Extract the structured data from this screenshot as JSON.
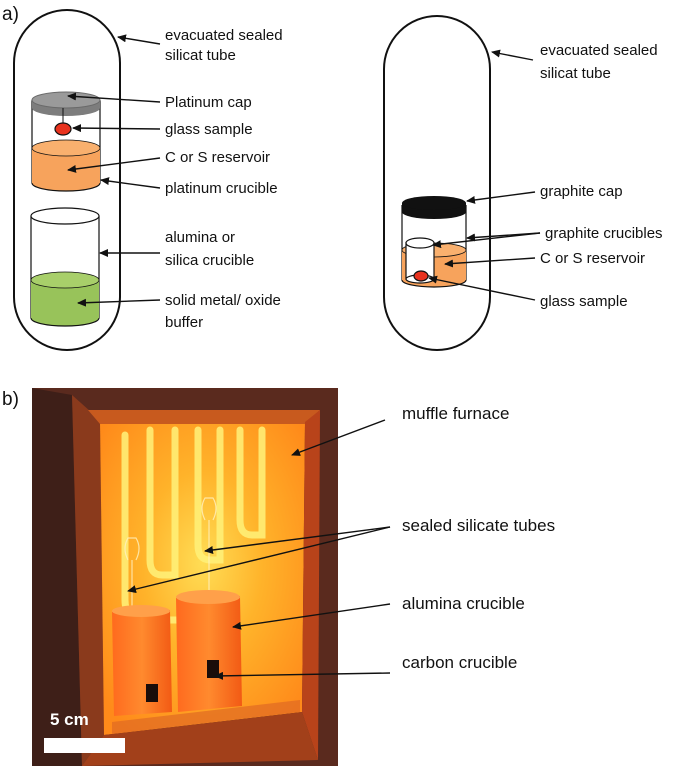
{
  "panel_a": {
    "label": "a)",
    "left": {
      "tube_label_1": "evacuated sealed",
      "tube_label_2": "silicat tube",
      "platinum_cap": "Platinum cap",
      "glass_sample": "glass sample",
      "reservoir": "C or S reservoir",
      "platinum_crucible": "platinum crucible",
      "alumina_1": "alumina or",
      "alumina_2": "silica crucible",
      "buffer_1": "solid metal/ oxide",
      "buffer_2": "buffer"
    },
    "right": {
      "tube_label_1": "evacuated sealed",
      "tube_label_2": "silicat tube",
      "graphite_cap": "graphite cap",
      "graphite_crucibles": "graphite crucibles",
      "reservoir": "C or S reservoir",
      "glass_sample": "glass sample"
    },
    "colors": {
      "platinum": "#8a8a8a",
      "reservoir": "#f7a35c",
      "sample": "#e8321e",
      "buffer": "#98c35a",
      "graphite": "#111111"
    }
  },
  "panel_b": {
    "label": "b)",
    "muffle_furnace": "muffle furnace",
    "sealed_tubes": "sealed silicate tubes",
    "alumina_crucible": "alumina crucible",
    "carbon_crucible": "carbon crucible",
    "scale_bar": "5 cm"
  }
}
